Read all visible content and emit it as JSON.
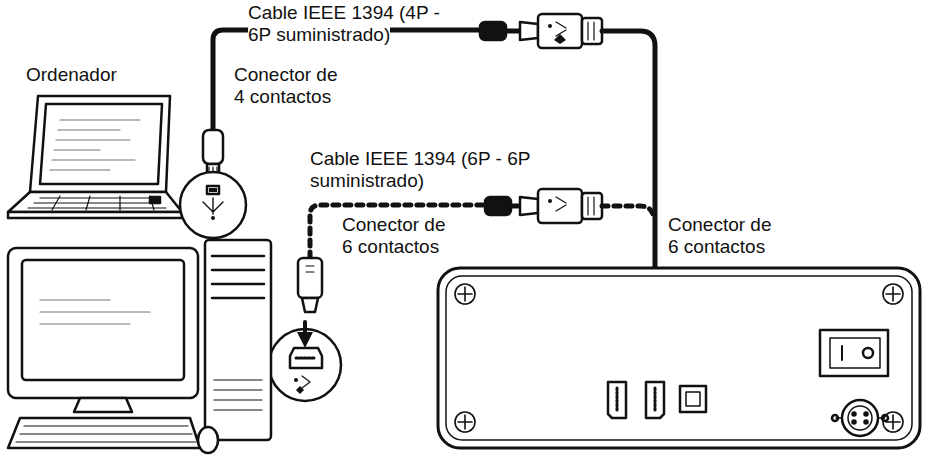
{
  "diagram": {
    "labels": [
      "Cable IEEE 1394 (4P - 6P suministrado)",
      "Ordenador",
      "Conector de 4 contactos",
      "Cable IEEE 1394 (6P - 6P suministrado)",
      "Conector de 6 contactos",
      "Conector de 6 contactos"
    ]
  }
}
